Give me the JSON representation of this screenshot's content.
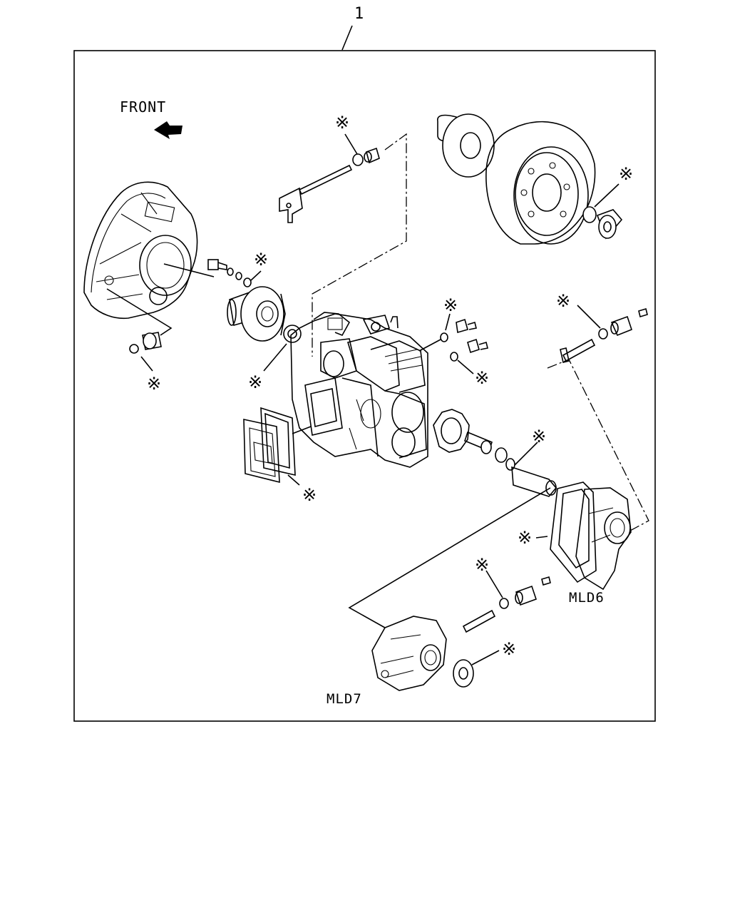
{
  "diagram": {
    "callout": "1",
    "front_label": "FRONT",
    "model_labels": {
      "mld6": "MLD6",
      "mld7": "MLD7"
    },
    "note_symbol": "※"
  }
}
